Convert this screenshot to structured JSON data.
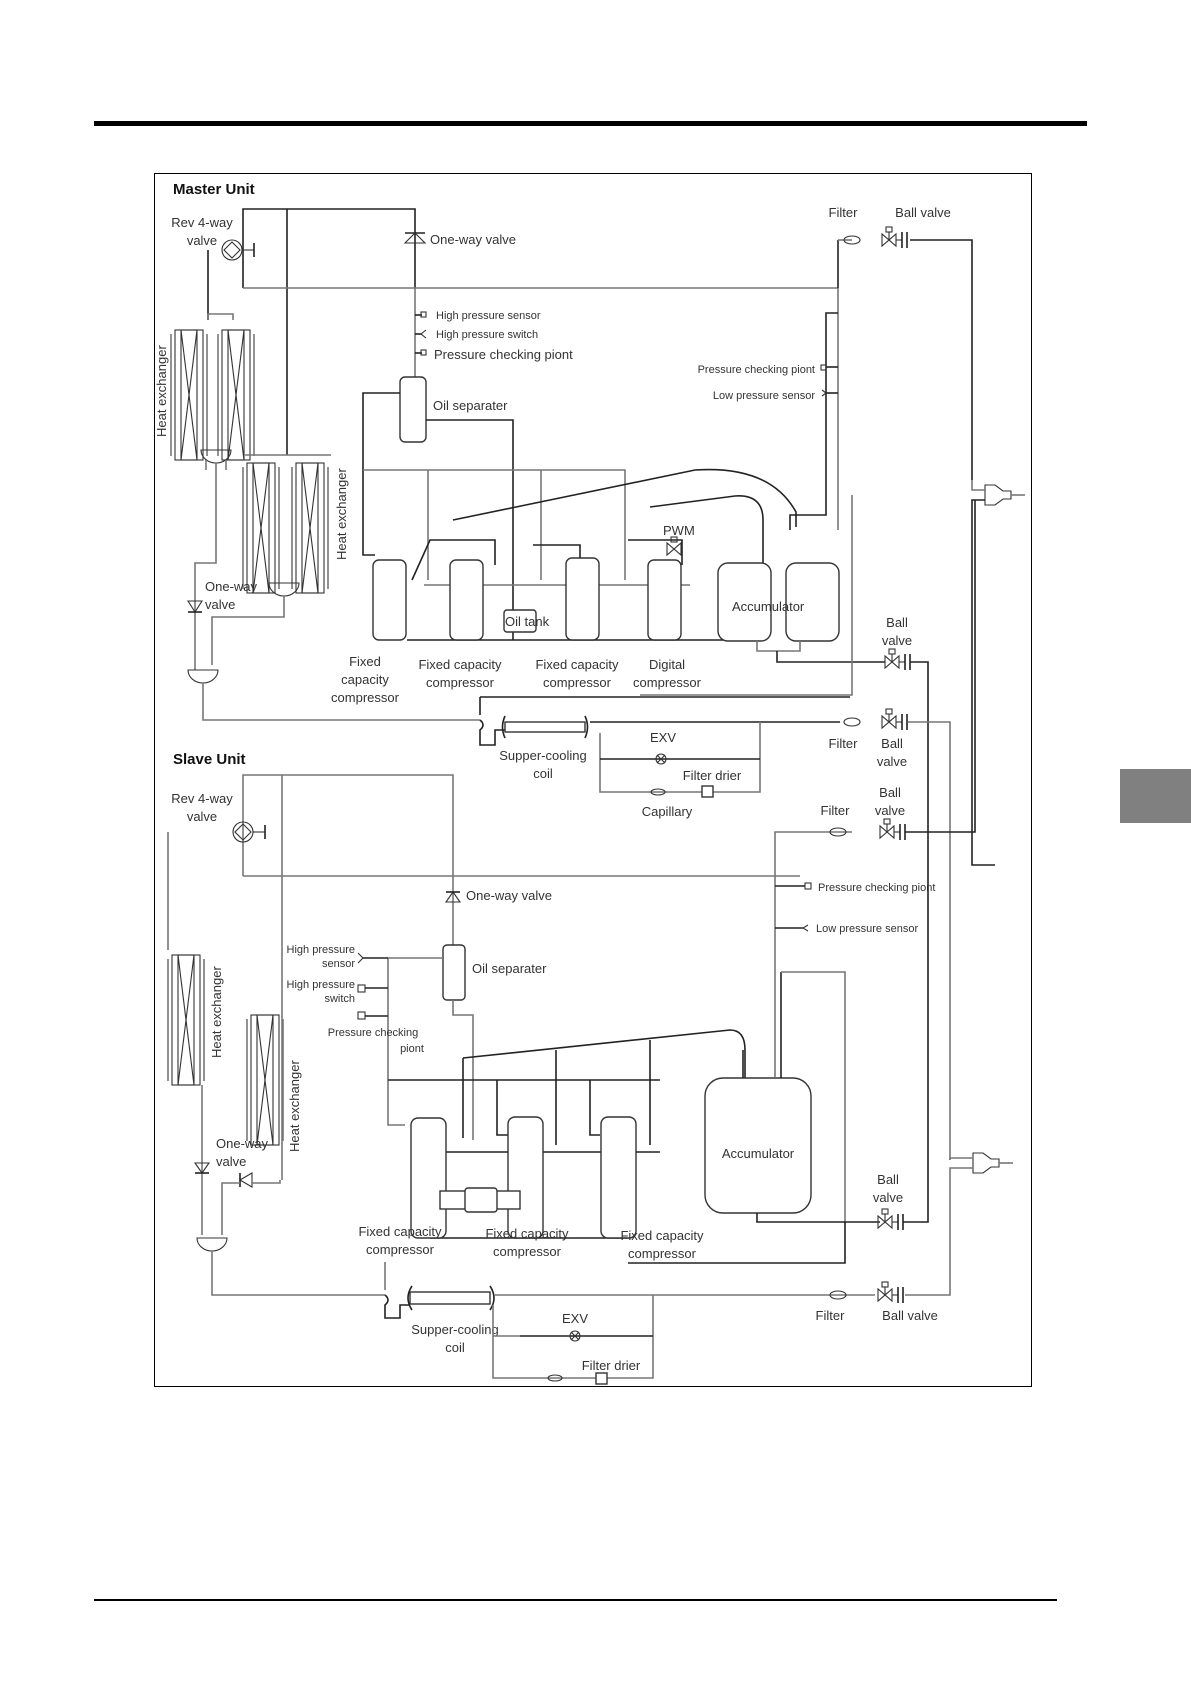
{
  "page": {
    "side_tab_color": "#808080"
  },
  "master": {
    "title": "Master Unit",
    "rev4way": [
      "Rev 4-way",
      "valve"
    ],
    "one_way_valve_top": "One-way valve",
    "high_pressure_sensor": "High pressure sensor",
    "high_pressure_switch": "High pressure switch",
    "pressure_checking_point": "Pressure checking piont",
    "oil_separator": "Oil separater",
    "heat_exchanger_1": "Heat exchanger",
    "heat_exchanger_2": "Heat exchanger",
    "one_way_valve_left": [
      "One-way",
      "valve"
    ],
    "filter_top": "Filter",
    "ball_valve_top": "Ball valve",
    "pressure_checking_point_right": "Pressure checking piont",
    "low_pressure_sensor": "Low pressure sensor",
    "pwm": "PWM",
    "oil_tank": "Oil tank",
    "accumulator": "Accumulator",
    "compressors": [
      {
        "label": [
          "Fixed",
          "capacity",
          "compressor"
        ]
      },
      {
        "label": [
          "Fixed capacity",
          "compressor"
        ]
      },
      {
        "label": [
          "Fixed capacity",
          "compressor"
        ]
      },
      {
        "label": [
          "Digital",
          "compressor"
        ]
      }
    ],
    "ball_valve_mid": [
      "Ball",
      "valve"
    ],
    "filter_mid": "Filter",
    "ball_valve_low": [
      "Ball",
      "valve"
    ],
    "subcooling_coil": [
      "Supper-cooling",
      "coil"
    ],
    "exv": "EXV",
    "filter_drier": "Filter drier",
    "capillary": "Capillary"
  },
  "slave": {
    "title": "Slave Unit",
    "rev4way": [
      "Rev 4-way",
      "valve"
    ],
    "filter_top": "Filter",
    "ball_valve_top": [
      "Ball",
      "valve"
    ],
    "one_way_valve_top": "One-way valve",
    "pressure_checking_point_right": "Pressure checking piont",
    "low_pressure_sensor": "Low pressure sensor",
    "high_pressure_sensor": [
      "High pressure",
      "sensor"
    ],
    "high_pressure_switch": [
      "High pressure",
      "switch"
    ],
    "pressure_checking_point": [
      "Pressure checking",
      "piont"
    ],
    "oil_separator": "Oil separater",
    "heat_exchanger_1": "Heat exchanger",
    "heat_exchanger_2": "Heat exchanger",
    "one_way_valve_left": [
      "One-way",
      "valve"
    ],
    "accumulator": "Accumulator",
    "compressors": [
      {
        "label": [
          "Fixed capacity",
          "compressor"
        ]
      },
      {
        "label": [
          "Fixed capacity",
          "compressor"
        ]
      },
      {
        "label": [
          "Fixed capacity",
          "compressor"
        ]
      }
    ],
    "ball_valve_mid": [
      "Ball",
      "valve"
    ],
    "filter_low": "Filter",
    "ball_valve_low": "Ball valve",
    "subcooling_coil": [
      "Supper-cooling",
      "coil"
    ],
    "exv": "EXV",
    "filter_drier": "Filter drier"
  }
}
